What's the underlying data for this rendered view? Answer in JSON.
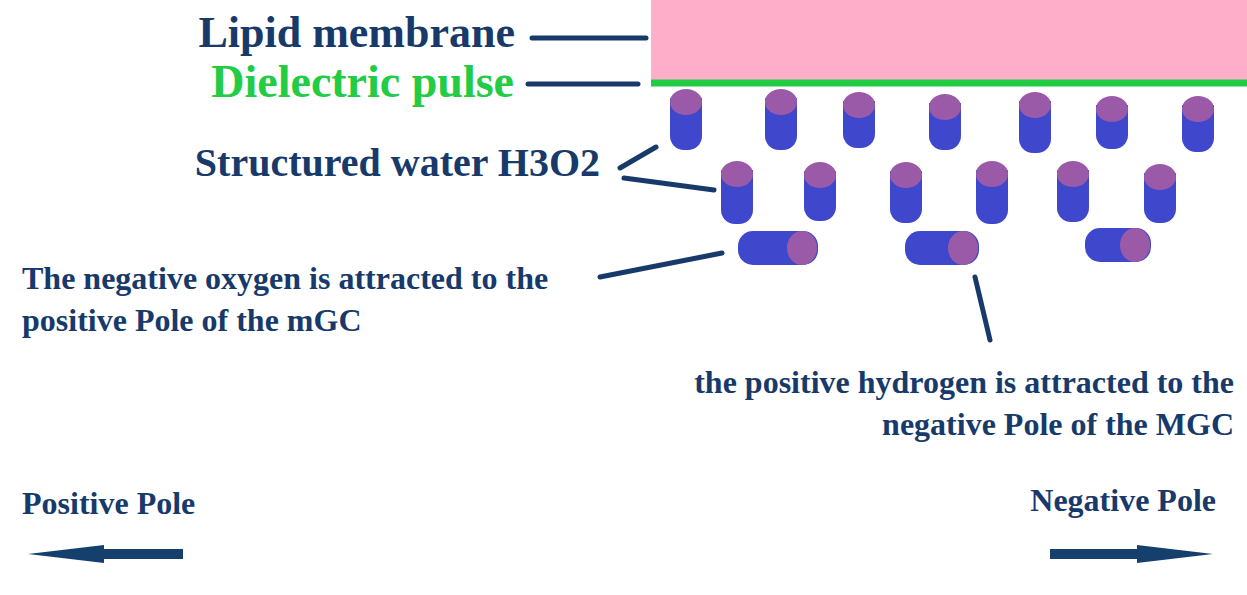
{
  "diagram": {
    "labels": [
      "Lipid membrane",
      "Dielectric pulse",
      "Structured water H3O2",
      "The negative oxygen is attracted to the positive Pole of the mGC",
      "the positive hydrogen is attracted to the negative Pole of the MGC",
      "Positive Pole",
      "Negative Pole"
    ]
  }
}
